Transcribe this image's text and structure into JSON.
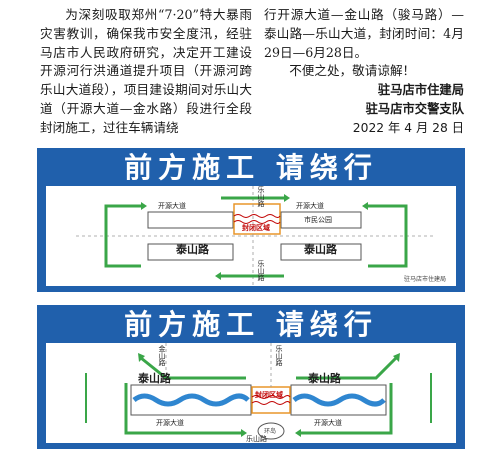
{
  "article": {
    "left_paragraph": "为深刻吸取郑州“7·20”特大暴雨灾害教训，确保我市安全度汛，经驻马店市人民政府研究，决定开工建设开源河行洪通道提升项目（开源河跨乐山大道段），项目建设期间对乐山大道（开源大道—金水路）段进行全段封闭施工，过往车辆请绕",
    "right_paragraph": "行开源大道—金山路（骏马路）—泰山路—乐山大道，封闭时间：4月29日—6月28日。",
    "apology": "不便之处，敬请谅解！",
    "signature_1": "驻马店市住建局",
    "signature_2": "驻马店市交警支队",
    "date": "2022 年 4 月 28 日"
  },
  "sign_1": {
    "title": "前方施工  请绕行",
    "labels": {
      "road_top_left": "开源大道",
      "road_top_right": "开源大道",
      "road_bottom_left": "泰山路",
      "road_bottom_right": "泰山路",
      "road_vertical_top": "乐山路",
      "road_vertical_bottom": "乐山路",
      "zone": "封闭区域",
      "building": "市民公园",
      "footer": "驻马店市住建局"
    }
  },
  "sign_2": {
    "title": "前方施工  请绕行",
    "labels": {
      "road_left": "泰山路",
      "road_right": "泰山路",
      "road_bottom_left": "开源大道",
      "road_bottom_right": "开源大道",
      "road_vertical_top_left": "金山路",
      "road_vertical_top_right": "乐山路",
      "road_vertical_bottom": "乐山路",
      "zone": "封闭区域",
      "roundabout": "环岛"
    }
  },
  "colors": {
    "panel_blue": "#2060ac",
    "arrow_green": "#3aa648",
    "zone_red": "#c00000",
    "river_blue": "#2f86d0",
    "barrier_orange": "#e8962a"
  }
}
